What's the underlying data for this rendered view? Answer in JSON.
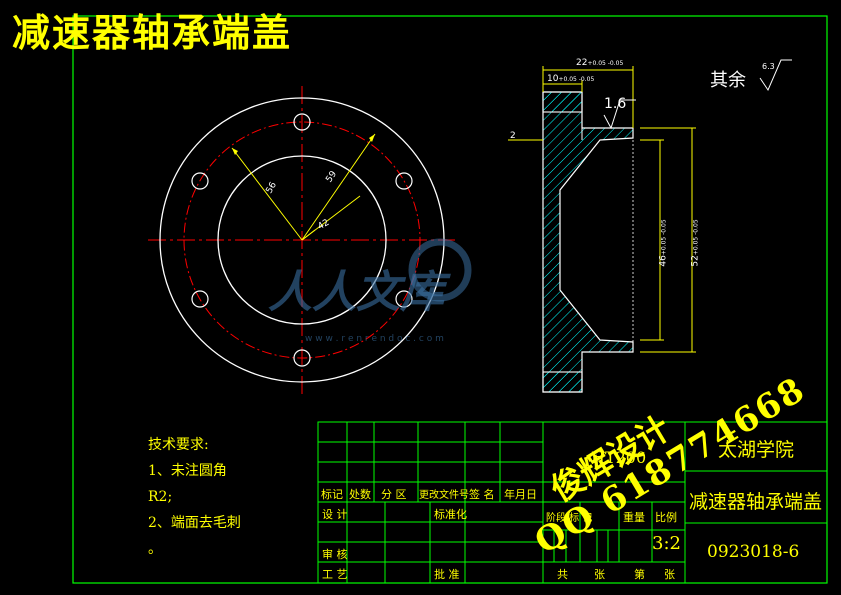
{
  "drawing": {
    "title": "减速器轴承端盖",
    "roughness_note": "其余",
    "roughness_value": "6.3",
    "roughness_local": "1.6"
  },
  "front_view": {
    "dims": {
      "d1": "56",
      "d2": "59",
      "d3": "42"
    }
  },
  "section_view": {
    "dims": {
      "w_total": "22",
      "w_total_tol": "+0.05 -0.05",
      "w_flange": "10",
      "w_flange_tol": "+0.05 -0.05",
      "step": "2",
      "bore_inner": "46",
      "bore_inner_tol": "+0.05 -0.05",
      "bore_outer": "52",
      "bore_outer_tol": "+0.05 -0.05"
    }
  },
  "tech_requirements": {
    "heading": "技术要求:",
    "line1": "1、未注圆角",
    "line2": "R2;",
    "line3": "2、端面去毛刺",
    "line4": "。"
  },
  "title_block": {
    "school": "太湖学院",
    "part_name": "减速器轴承端盖",
    "drawing_no": "0923018-6",
    "material": "HT200",
    "scale": "3:2",
    "labels": {
      "biaoji": "标记",
      "chushu": "处数",
      "fenqu": "分 区",
      "gengai": "更改文件号",
      "qianming": "签 名",
      "nianyueri": "年月日",
      "sheji": "设 计",
      "biaozhunhua": "标准化",
      "shenhe": "审 核",
      "gongyi": "工 艺",
      "pizhun": "批 准",
      "jieduan": "阶段 标 记",
      "zhongliang": "重量",
      "bili": "比例",
      "gong": "共",
      "zhang1": "张",
      "di": "第",
      "zhang2": "张"
    }
  },
  "watermarks": {
    "site": "人人文库",
    "site_url": "w w w . r e n r e n d o c . c o m",
    "designer": "俊辉设计",
    "qq": "QQ 618774668"
  },
  "colors": {
    "background": "#000000",
    "frame": "#00ff00",
    "outline": "#ffffff",
    "center": "#ff0000",
    "dimension": "#ffff00",
    "hatch": "#00ffff",
    "title_text": "#ffff00"
  }
}
